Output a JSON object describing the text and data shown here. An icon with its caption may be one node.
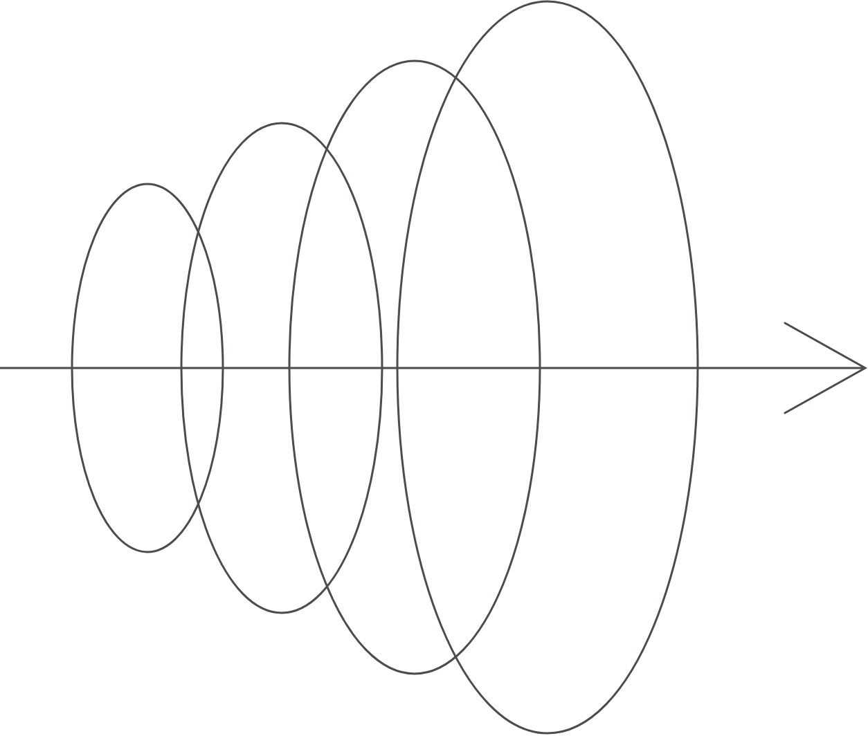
{
  "diagram": {
    "nodes": [
      {
        "text": [],
        "shape": "ellipse"
      },
      {
        "text": [],
        "shape": "ellipse"
      },
      {
        "text": [],
        "shape": "ellipse"
      },
      {
        "text": [],
        "shape": "ellipse"
      }
    ]
  }
}
